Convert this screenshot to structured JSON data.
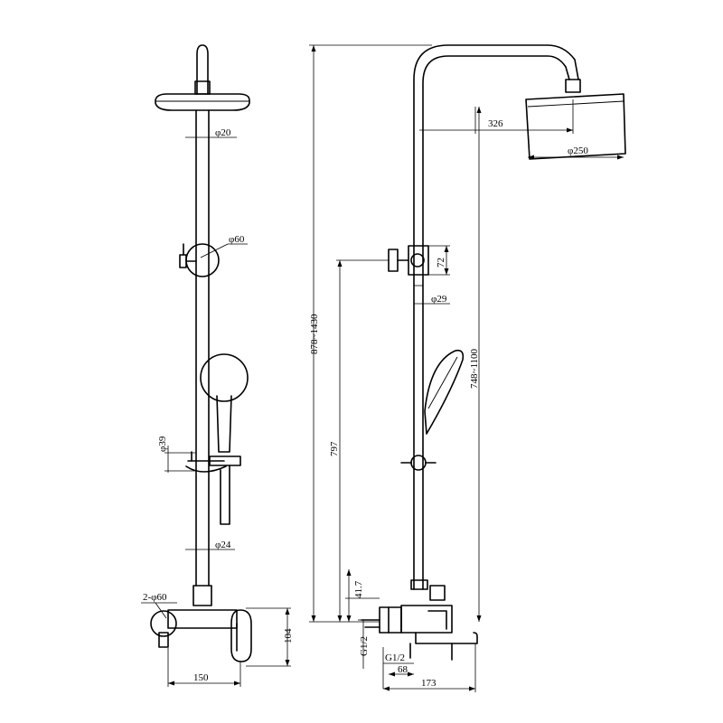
{
  "front_view": {
    "dims": {
      "arm_diameter": "φ20",
      "holder_diameter": "φ60",
      "handle_height": "φ39",
      "pipe_diameter": "φ24",
      "flange_count": "2-φ60",
      "valve_height": "104",
      "center_distance": "150"
    }
  },
  "side_view": {
    "dims": {
      "arm_reach": "326",
      "head_diameter": "φ250",
      "total_height": "878~1430",
      "holder_height": "72",
      "riser_diameter": "φ29",
      "head_height_range": "748~1100",
      "slide_height": "797",
      "inlet_offset": "41.7",
      "inlet_thread_left": "G1/2",
      "inlet_thread_bottom": "G1/2",
      "spout_offset": "68",
      "spout_reach": "173"
    }
  }
}
